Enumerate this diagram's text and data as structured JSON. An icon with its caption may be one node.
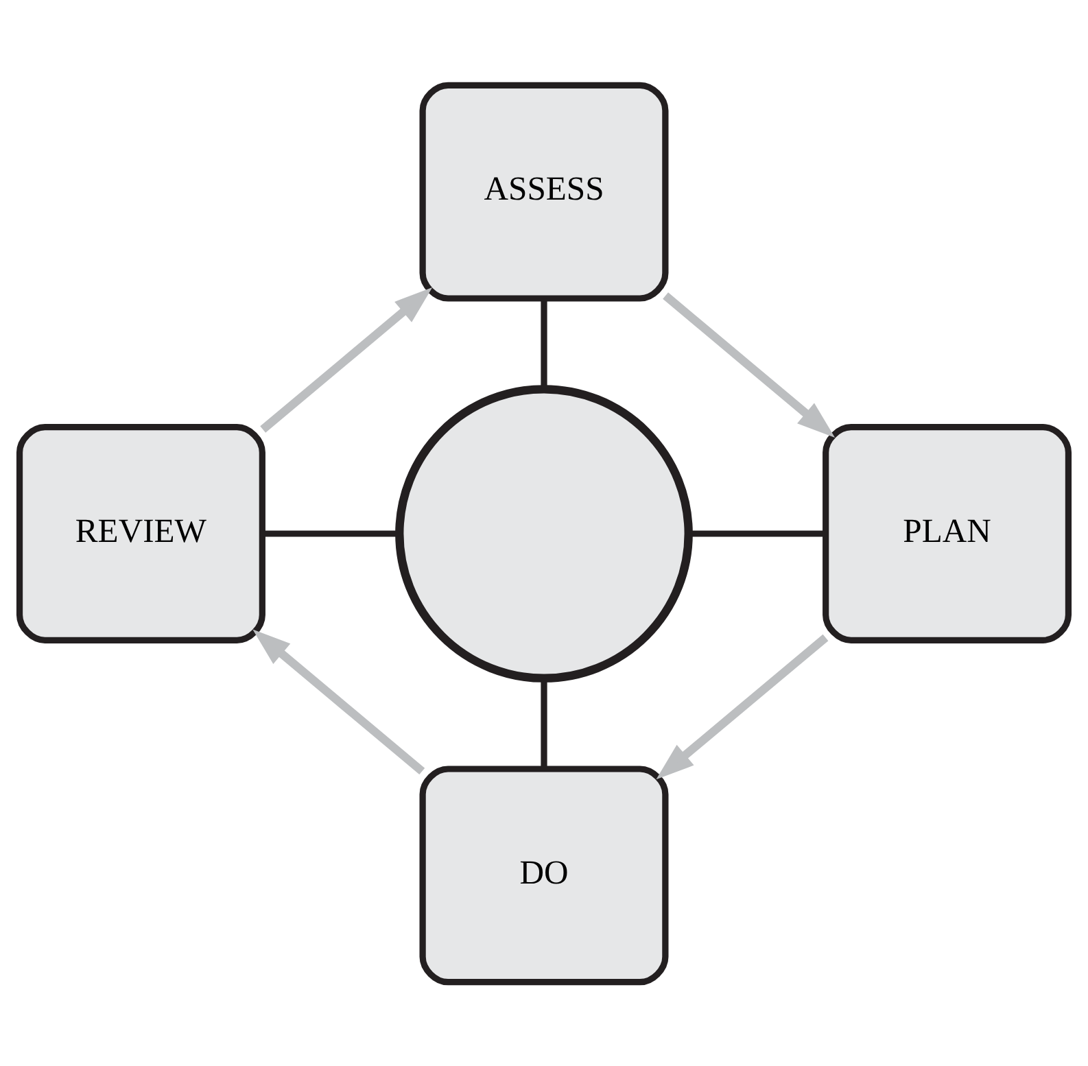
{
  "diagram": {
    "nodes": [
      {
        "text": [],
        "shape": "circle"
      },
      {
        "text": [
          "ASSESS"
        ]
      },
      {
        "text": [
          "PLAN"
        ]
      },
      {
        "text": [
          "DO"
        ]
      },
      {
        "text": [
          "REVIEW"
        ]
      }
    ],
    "edges": [
      {
        "from": 1,
        "to": 0,
        "arrow": "none"
      },
      {
        "from": 4,
        "to": 0,
        "arrow": "none"
      },
      {
        "from": 0,
        "to": 2,
        "arrow": "none"
      },
      {
        "from": 0,
        "to": 3,
        "arrow": "none"
      },
      {
        "from": 1,
        "to": 2,
        "arrow": "to",
        "color": "#bcbec0"
      },
      {
        "from": 2,
        "to": 3,
        "arrow": "to",
        "color": "#bcbec0"
      },
      {
        "from": 3,
        "to": 4,
        "arrow": "to",
        "color": "#bcbec0"
      },
      {
        "from": 4,
        "to": 1,
        "arrow": "to",
        "color": "#bcbec0"
      }
    ]
  }
}
